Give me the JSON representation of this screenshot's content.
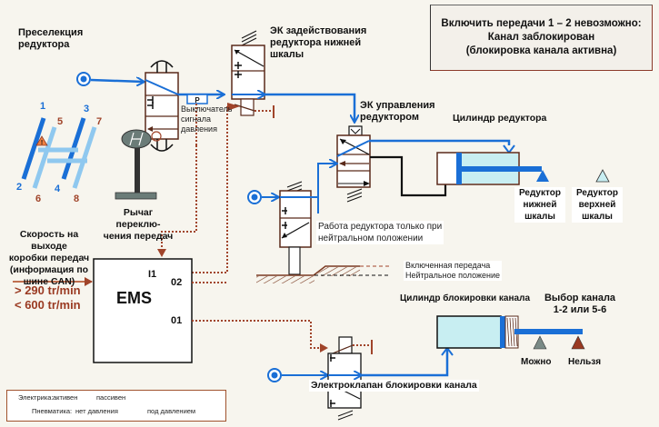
{
  "status": {
    "line1": "Включить передачи 1 – 2 невозможно:",
    "line2": "Канал заблокирован",
    "line3": "(блокировка канала активна)"
  },
  "labels": {
    "preselection": [
      "Преселекция",
      "редуктора"
    ],
    "ek_low_range": [
      "ЭК задействования",
      "редуктора нижней",
      "шкалы"
    ],
    "ek_reducer_control": [
      "ЭК управления",
      "редуктором"
    ],
    "reducer_cylinder": "Цилиндр редуктора",
    "pressure_switch": [
      "Выключатель",
      "сигнала",
      "давления"
    ],
    "pressure_switch_mark": "P",
    "gear_lever": [
      "Рычаг переклю-",
      "чения передач"
    ],
    "reducer_low": [
      "Редуктор",
      "нижней",
      "шкалы"
    ],
    "reducer_high": [
      "Редуктор",
      "верхней",
      "шкалы"
    ],
    "neutral_only": [
      "Работа редуктора только при",
      "нейтральном положении"
    ],
    "gear_engaged": "Включенная передача",
    "neutral_position": "Нейтральное положение",
    "output_speed": [
      "Скорость на выходе",
      "коробки передач",
      "(информация по",
      "шине CAN)"
    ],
    "speed_min": "> 290 tr/min",
    "speed_max": "< 600 tr/min",
    "ems": "EMS",
    "ems_i1": "I1",
    "ems_o2": "02",
    "ems_o1": "01",
    "channel_lock_cylinder": "Цилиндр блокировки канала",
    "channel_select": [
      "Выбор канала",
      "1-2 или 5-6"
    ],
    "allowed": "Можно",
    "forbidden": "Нельзя",
    "channel_lock_valve": "Электроклапан блокировки канала"
  },
  "gear_pattern": {
    "gears": [
      "1",
      "2",
      "3",
      "4",
      "5",
      "6",
      "7",
      "8"
    ]
  },
  "legend": {
    "electric": "Электрика:",
    "active": "активен",
    "passive": "пассивен",
    "pneumatic": "Пневматика:",
    "no_pressure": "нет давления",
    "under_pressure": "под давлением"
  },
  "colors": {
    "air_active": "#1a6fd6",
    "electric": "#a0442a",
    "line_black": "#111111",
    "cylinder_fill": "#c8eef2",
    "light_blue": "#8fc8ef",
    "gray": "#7a8a86"
  }
}
